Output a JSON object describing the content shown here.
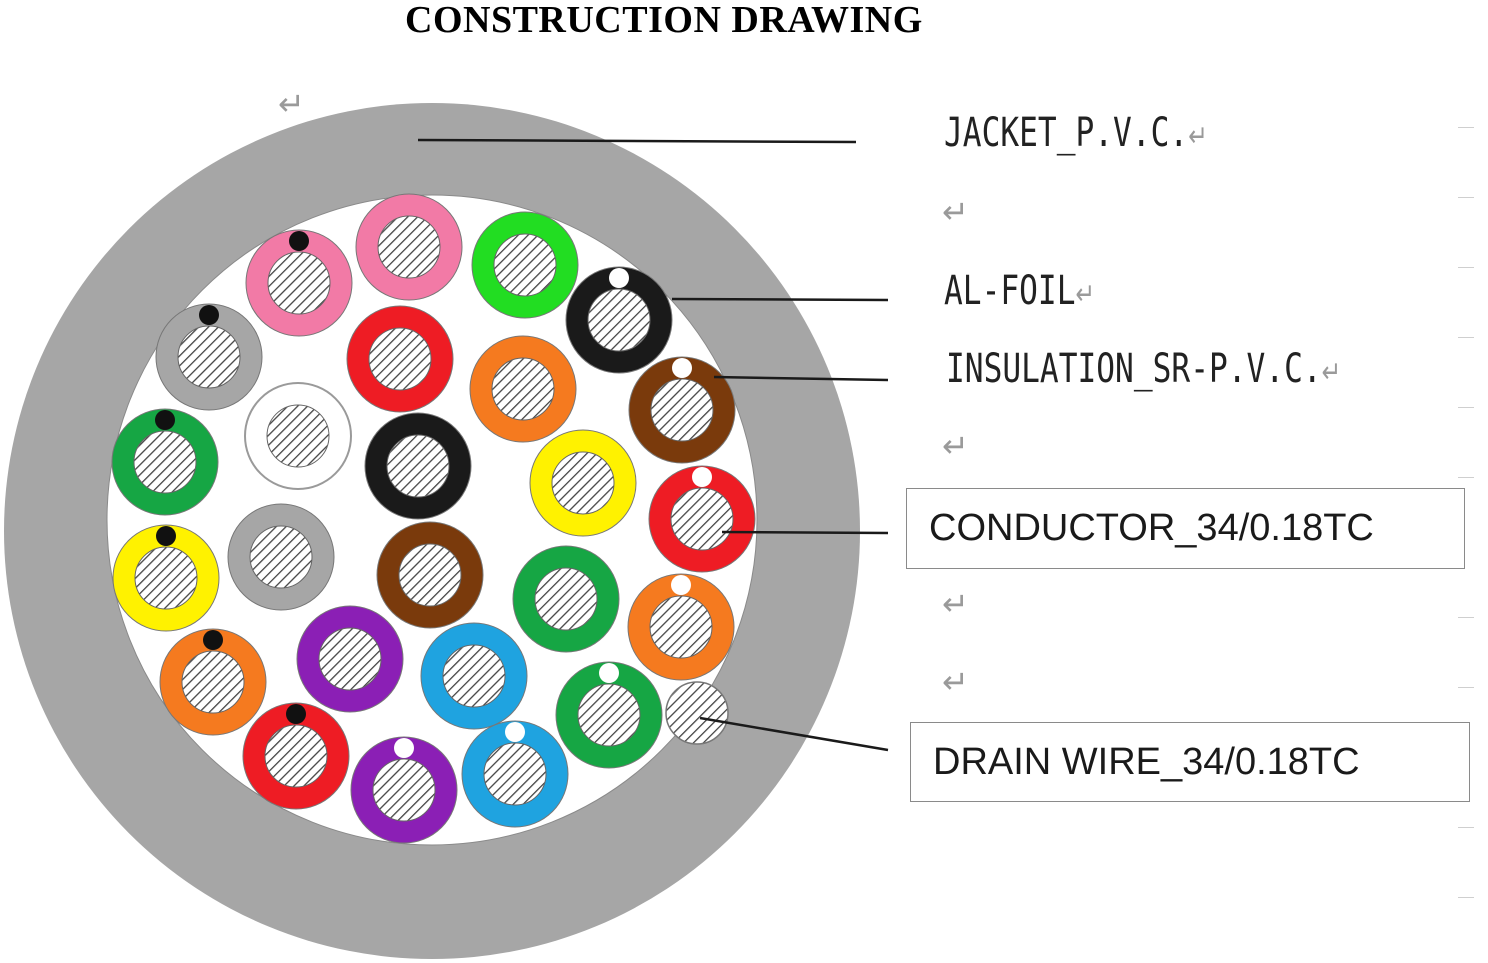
{
  "title": "CONSTRUCTION DRAWING",
  "labels": {
    "jacket": "JACKET_P.V.C.",
    "al_foil": "AL-FOIL",
    "insulation": "INSULATION_SR-P.V.C.",
    "conductor": "CONDUCTOR_34/0.18TC",
    "drain_wire": "DRAIN WIRE_34/0.18TC"
  },
  "return_mark": "↵",
  "colors": {
    "jacket": "#a6a6a6",
    "shield_fill": "#ffffff",
    "leader_line": "#1a1a1a",
    "conductor_hatch": "#404040",
    "stripe_black": "#111111",
    "stripe_white": "#ffffff"
  },
  "conductor_insulation_colors": [
    "pink",
    "pink",
    "green",
    "black",
    "gray",
    "red",
    "orange",
    "brown",
    "white",
    "black",
    "green",
    "yellow",
    "red",
    "yellow",
    "gray",
    "brown",
    "green",
    "orange",
    "orange",
    "purple",
    "blue",
    "green",
    "red",
    "purple",
    "blue"
  ]
}
